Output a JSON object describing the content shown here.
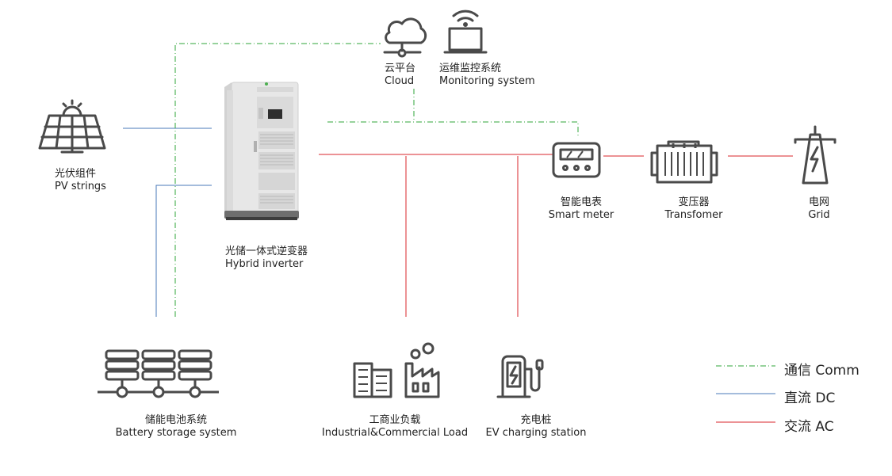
{
  "nodes": {
    "pv": {
      "cn": "光伏组件",
      "en": "PV strings",
      "icon": "solar-panel-icon"
    },
    "inverter": {
      "cn": "光储一体式逆变器",
      "en": "Hybrid inverter",
      "icon": "hybrid-inverter-cabinet"
    },
    "cloud": {
      "cn": "云平台",
      "en": "Cloud",
      "icon": "cloud-icon"
    },
    "monitoring": {
      "cn": "运维监控系统",
      "en": "Monitoring system",
      "icon": "laptop-wifi-icon"
    },
    "meter": {
      "cn": "智能电表",
      "en": "Smart meter",
      "icon": "meter-icon"
    },
    "transformer": {
      "cn": "变压器",
      "en": "Transfomer",
      "icon": "transformer-icon"
    },
    "grid": {
      "cn": "电网",
      "en": "Grid",
      "icon": "transmission-tower-icon"
    },
    "battery": {
      "cn": "储能电池系统",
      "en": "Battery storage system",
      "icon": "battery-rack-icon"
    },
    "load": {
      "cn": "工商业负载",
      "en": "Industrial&Commercial Load",
      "icon": "factory-icon"
    },
    "ev": {
      "cn": "充电桩",
      "en": "EV charging station",
      "icon": "ev-charger-icon"
    }
  },
  "legend": {
    "comm": {
      "label": "通信 Comm",
      "color": "#2fa53a"
    },
    "dc": {
      "label": "直流 DC",
      "color": "#4a78b8"
    },
    "ac": {
      "label": "交流 AC",
      "color": "#d8262b"
    }
  },
  "colors": {
    "icon": "#4a4a4a"
  }
}
